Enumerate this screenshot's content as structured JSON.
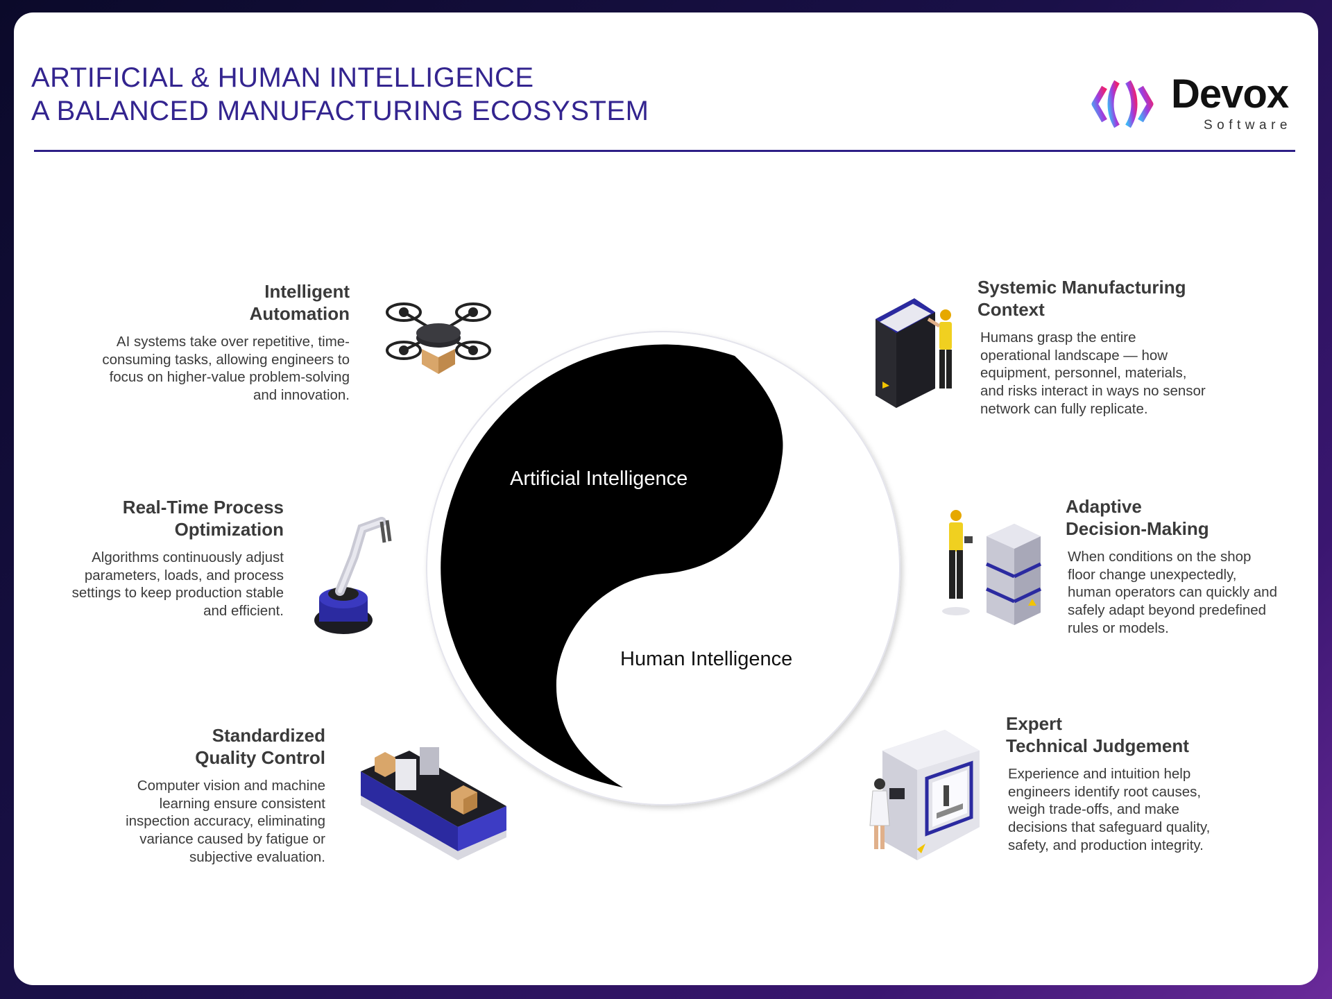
{
  "header": {
    "title_line1": "ARTIFICIAL & HUMAN INTELLIGENCE",
    "title_line2": "A BALANCED MANUFACTURING ECOSYSTEM",
    "accent_color": "#33248f"
  },
  "logo": {
    "name": "Devox",
    "subtitle": "Software"
  },
  "center": {
    "ai_label": "Artificial Intelligence",
    "human_label": "Human Intelligence"
  },
  "left_items": [
    {
      "title_line1": "Intelligent",
      "title_line2": "Automation",
      "body": "AI systems take over repetitive, time-consuming tasks, allowing engineers to focus on higher-value problem-solving and innovation.",
      "icon": "drone-icon"
    },
    {
      "title_line1": "Real-Time Process",
      "title_line2": "Optimization",
      "body": "Algorithms continuously adjust parameters, loads, and process settings to keep production stable and efficient.",
      "icon": "robot-arm-icon"
    },
    {
      "title_line1": "Standardized",
      "title_line2": "Quality Control",
      "body": "Computer vision and machine learning ensure consistent inspection accuracy, eliminating variance caused by fatigue or subjective evaluation.",
      "icon": "conveyor-icon"
    }
  ],
  "right_items": [
    {
      "title_line1": "Systemic Manufacturing",
      "title_line2": "Context",
      "body": "Humans grasp the entire operational landscape — how equipment, personnel, materials, and risks interact in ways no sensor network can fully replicate.",
      "icon": "worker-control-panel-icon"
    },
    {
      "title_line1": "Adaptive",
      "title_line2": "Decision-Making",
      "body": "When conditions on the shop floor change unexpectedly, human operators can quickly and safely adapt beyond predefined rules or models.",
      "icon": "worker-server-icon"
    },
    {
      "title_line1": "Expert",
      "title_line2": "Technical Judgement",
      "body": "Experience and intuition help engineers identify root causes, weigh trade-offs, and make decisions that safeguard quality, safety, and production integrity.",
      "icon": "engineer-machine-icon"
    }
  ]
}
